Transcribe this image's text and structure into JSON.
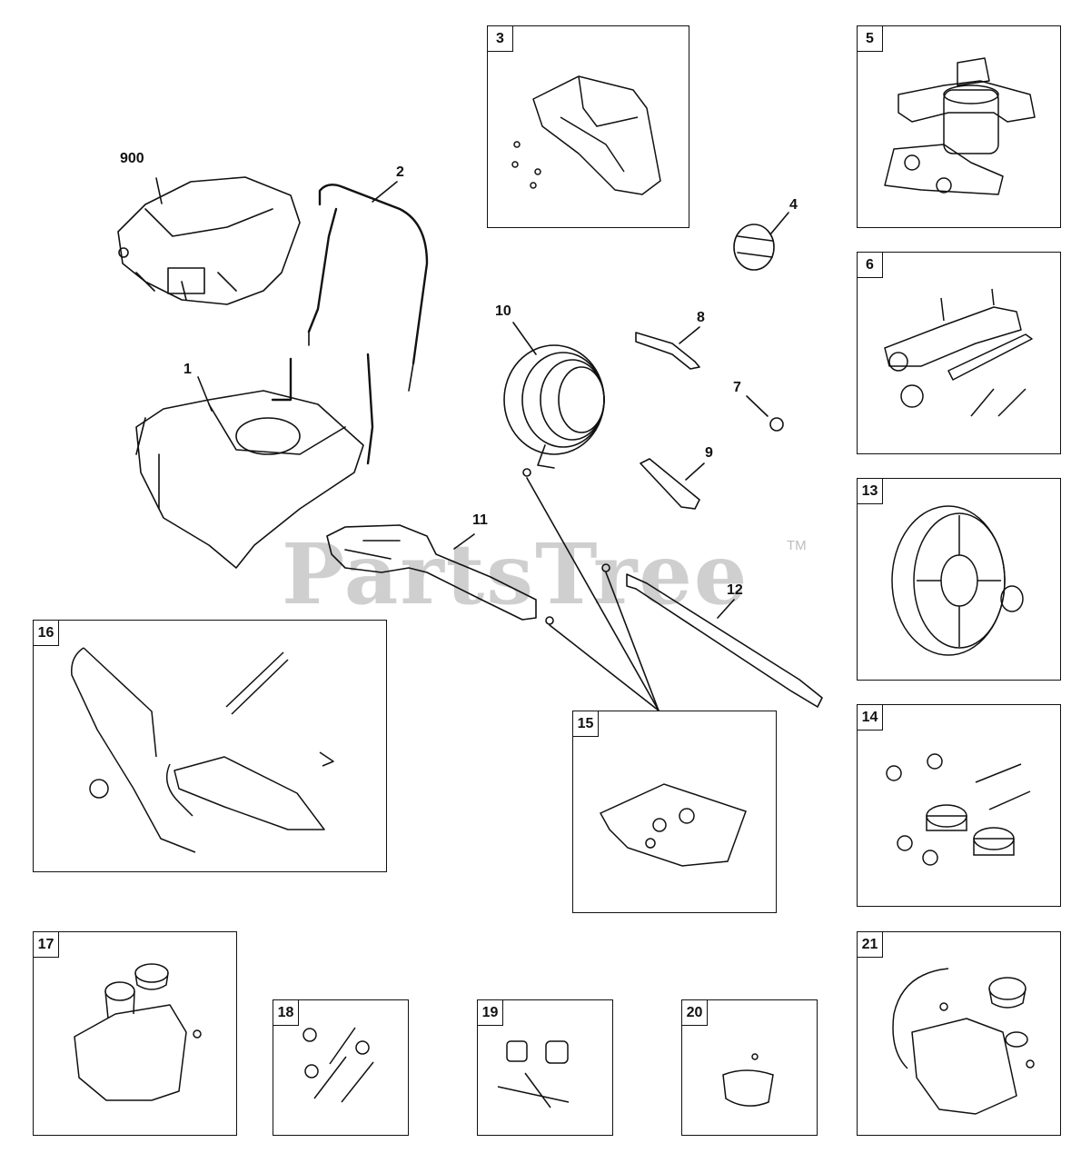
{
  "watermark": {
    "text": "PartsTree",
    "trademark": "TM"
  },
  "callouts": {
    "c900": "900",
    "c1": "1",
    "c2": "2",
    "c4": "4",
    "c7": "7",
    "c8": "8",
    "c9": "9",
    "c10": "10",
    "c11": "11",
    "c12": "12"
  },
  "boxes": {
    "b3": "3",
    "b5": "5",
    "b6": "6",
    "b13": "13",
    "b14": "14",
    "b15": "15",
    "b16": "16",
    "b17": "17",
    "b18": "18",
    "b19": "19",
    "b20": "20",
    "b21": "21"
  }
}
